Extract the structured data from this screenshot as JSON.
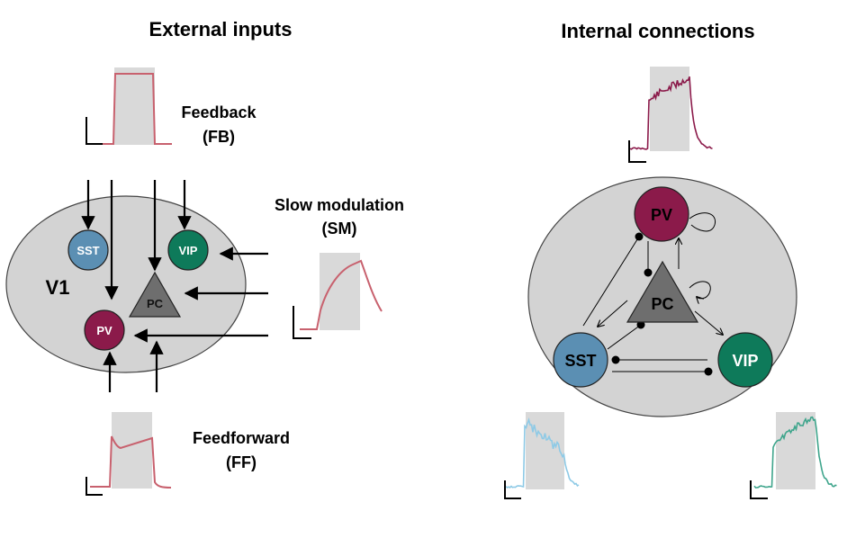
{
  "left_panel": {
    "title": "External inputs",
    "area_label": "V1",
    "feedback": {
      "label_line1": "Feedback",
      "label_line2": "(FB)"
    },
    "slow_modulation": {
      "label_line1": "Slow modulation",
      "label_line2": "(SM)"
    },
    "feedforward": {
      "label_line1": "Feedforward",
      "label_line2": "(FF)"
    },
    "cells": {
      "sst": "SST",
      "vip": "VIP",
      "pc": "PC",
      "pv": "PV"
    }
  },
  "right_panel": {
    "title": "Internal connections",
    "cells": {
      "pv": "PV",
      "pc": "PC",
      "sst": "SST",
      "vip": "VIP"
    }
  },
  "colors": {
    "input_trace": "#c8616e",
    "pv": "#8b1a4a",
    "sst": "#5b8fb3",
    "vip": "#0e7a5a",
    "pc": "#6e6e6e",
    "circle_fill": "#d3d3d3",
    "stim_window": "#d9d9d9",
    "pv_trace": "#8b1a4a",
    "sst_trace": "#8ecae6",
    "vip_trace": "#3fa58c"
  }
}
